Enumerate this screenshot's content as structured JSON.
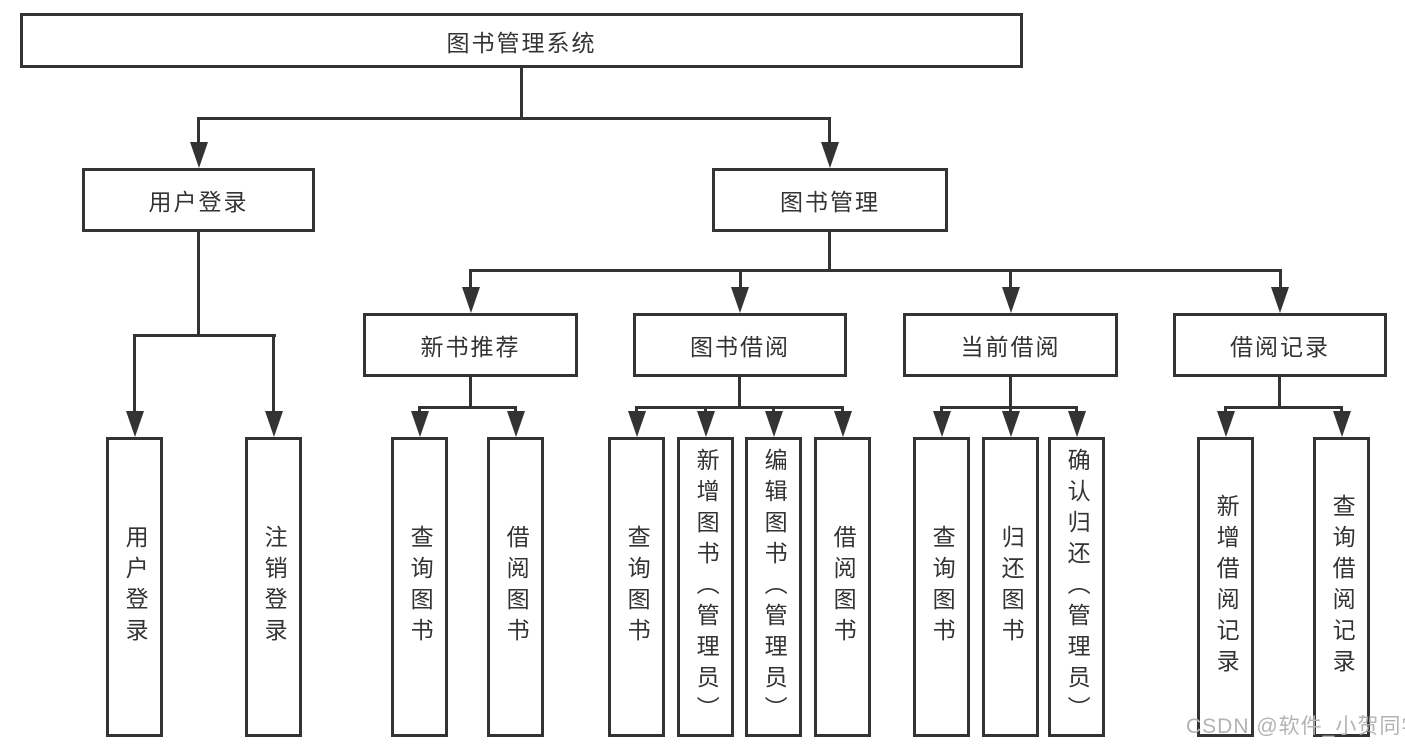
{
  "title": {
    "label": "图书管理系统"
  },
  "level2": [
    {
      "label": "用户登录"
    },
    {
      "label": "图书管理"
    }
  ],
  "level3": [
    {
      "label": "新书推荐",
      "parent": "图书管理"
    },
    {
      "label": "图书借阅",
      "parent": "图书管理"
    },
    {
      "label": "当前借阅",
      "parent": "图书管理"
    },
    {
      "label": "借阅记录",
      "parent": "图书管理"
    }
  ],
  "leaves": [
    {
      "label": "用户登录",
      "parent": "用户登录"
    },
    {
      "label": "注销登录",
      "parent": "用户登录"
    },
    {
      "label": "查询图书",
      "parent": "新书推荐"
    },
    {
      "label": "借阅图书",
      "parent": "新书推荐"
    },
    {
      "label": "查询图书",
      "parent": "图书借阅"
    },
    {
      "label": "新增图书（管理员）",
      "parent": "图书借阅"
    },
    {
      "label": "编辑图书（管理员）",
      "parent": "图书借阅"
    },
    {
      "label": "借阅图书",
      "parent": "图书借阅"
    },
    {
      "label": "查询图书",
      "parent": "当前借阅"
    },
    {
      "label": "归还图书",
      "parent": "当前借阅"
    },
    {
      "label": "确认归还（管理员）",
      "parent": "当前借阅"
    },
    {
      "label": "新增借阅记录",
      "parent": "借阅记录"
    },
    {
      "label": "查询借阅记录",
      "parent": "借阅记录"
    }
  ],
  "watermark": {
    "text": "CSDN @软件_小贺同学"
  },
  "colors": {
    "line": "#333333",
    "text": "#333333",
    "background": "#ffffff",
    "watermark": "#b3b3b6"
  }
}
